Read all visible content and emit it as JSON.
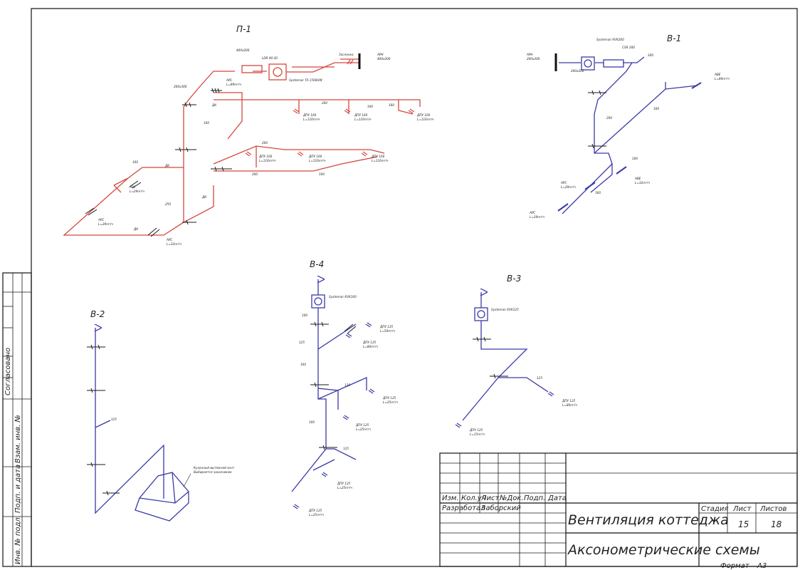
{
  "colors": {
    "supply": "#d4483f",
    "exhaust": "#3a3aa8",
    "ink": "#1a1a1a"
  },
  "systems": {
    "p1": {
      "title": "П-1",
      "labels": {
        "main_400x200": "400x200",
        "ldr": "LDR 40-20",
        "zaslonka": "Заслонка",
        "arn": "АРН",
        "arn_size": "400x200",
        "heater": "Systemair TA 1500HW",
        "s200x300": "200x300",
        "arc1": "АРС",
        "arc1_flow": "L=89m³/ч",
        "dk1": "ДК",
        "d200a": "200",
        "d160a": "160",
        "d160b": "160",
        "dpu_a": "ДПУ 160",
        "dpu_a_flow": "L=116m³/ч",
        "dpu_b": "ДПУ 160",
        "dpu_b_flow": "L=116m³/ч",
        "dpu_c": "ДПУ 160",
        "dpu_c_flow": "L=116m³/ч",
        "d160c": "160",
        "d200b": "200",
        "dpu_d": "ДПУ 160",
        "dpu_d_flow": "L=116m³/ч",
        "dpu_e": "ДПУ 160",
        "dpu_e_flow": "L=116m³/ч",
        "dpu_f": "ДПУ 160",
        "dpu_f_flow": "L=116m³/ч",
        "d200c": "200",
        "d160d": "160",
        "d160e": "160",
        "dk2": "ДК",
        "arc2": "АРС",
        "arc2_flow": "L=29m³/ч",
        "d250": "250",
        "dk3": "ДК",
        "arc3": "АРС",
        "arc3_flow": "L=29m³/ч",
        "dk4": "ДК",
        "arc4": "АРС",
        "arc4_flow": "L=32m³/ч"
      }
    },
    "v1": {
      "title": "В-1",
      "labels": {
        "arn": "АРН",
        "arn_size": "200x200",
        "fan": "Systemair KVK200",
        "csr": "CSR 200",
        "d200x200": "200x200",
        "d200a": "200",
        "abe1": "АВЕ",
        "abe1_flow": "L=89m³/ч",
        "d160a": "160",
        "d200b": "200",
        "d160b": "160",
        "abe2": "АВЕ",
        "abe2_flow": "L=32m³/ч",
        "arc1": "АРС",
        "arc1_flow": "L=29m³/ч",
        "d160c": "160",
        "arc2": "АРС",
        "arc2_flow": "L=29m³/ч"
      }
    },
    "v2": {
      "title": "В-2",
      "labels": {
        "d125": "125",
        "note1": "Кухонный вытяжной зонт",
        "note2": "Выбирается заказчиком"
      }
    },
    "v4": {
      "title": "В-4",
      "labels": {
        "fan": "Systemair KVK160",
        "d160a": "160",
        "d125a": "125",
        "dpu1": "ДПУ 125",
        "dpu1_flow": "L=50m³/ч",
        "dpu2": "ДПУ 125",
        "dpu2_flow": "L=80m³/ч",
        "d160b": "160",
        "d125b": "125",
        "dpu3": "ДПУ 125",
        "dpu3_flow": "L=25m³/ч",
        "dpu4": "ДПУ 125",
        "dpu4_flow": "L=25m³/ч",
        "d160c": "160",
        "d125c": "125",
        "dpu5": "ДПУ 125",
        "dpu5_flow": "L=25m³/ч",
        "dpu6": "ДПУ 125",
        "dpu6_flow": "L=25m³/ч"
      }
    },
    "v3": {
      "title": "В-3",
      "labels": {
        "fan": "Systemair KVK125",
        "d125": "125",
        "dpu1": "ДПУ 125",
        "dpu1_flow": "L=80m³/ч",
        "dpu2": "ДПУ 125",
        "dpu2_flow": "L=15m³/ч"
      }
    }
  },
  "left_stamp": {
    "soglasovano": "Согласовано",
    "vzam": "Взам. инв. №",
    "podp_data": "Подп. и дата",
    "inv": "Инв. № подл."
  },
  "title_block": {
    "headers": [
      "Изм.",
      "Кол.уч",
      "Лист",
      "№Док.",
      "Подп.",
      "Дата"
    ],
    "developer_role": "Разработал",
    "developer_name": "Заборский",
    "project_title": "Вентиляция коттеджа",
    "sheet_title": "Аксонометрические схемы",
    "stage_label": "Стадия",
    "sheet_label": "Лист",
    "sheets_label": "Листов",
    "sheet_no": "15",
    "sheets_total": "18",
    "format_label": "Формат",
    "format_value": "А3"
  }
}
